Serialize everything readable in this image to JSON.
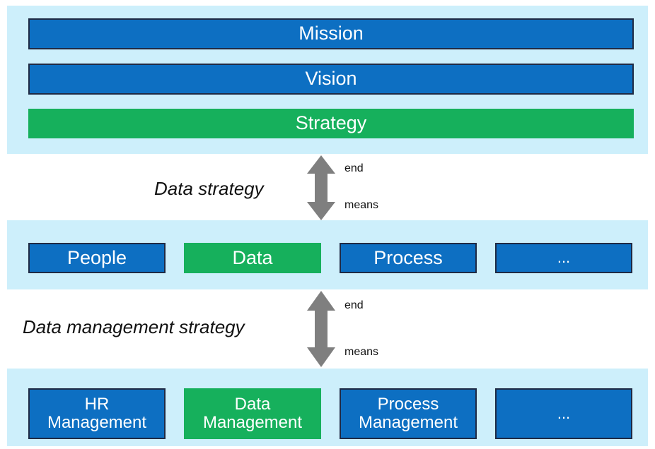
{
  "top_layer": {
    "mission": "Mission",
    "vision": "Vision",
    "strategy": "Strategy"
  },
  "link_upper": {
    "label": "Data strategy",
    "end": "end",
    "means": "means"
  },
  "middle_layer": {
    "items": [
      "People",
      "Data",
      "Process",
      "..."
    ]
  },
  "link_lower": {
    "label": "Data management strategy",
    "end": "end",
    "means": "means"
  },
  "bottom_layer": {
    "items": [
      {
        "line1": "HR",
        "line2": "Management"
      },
      {
        "line1": "Data",
        "line2": "Management"
      },
      {
        "line1": "Process",
        "line2": "Management"
      },
      {
        "line1": "...",
        "line2": ""
      }
    ]
  },
  "colors": {
    "band": "#cdeffb",
    "blue_box": "#0d6fc2",
    "green_box": "#16b05c",
    "arrow": "#7f7f7f"
  }
}
